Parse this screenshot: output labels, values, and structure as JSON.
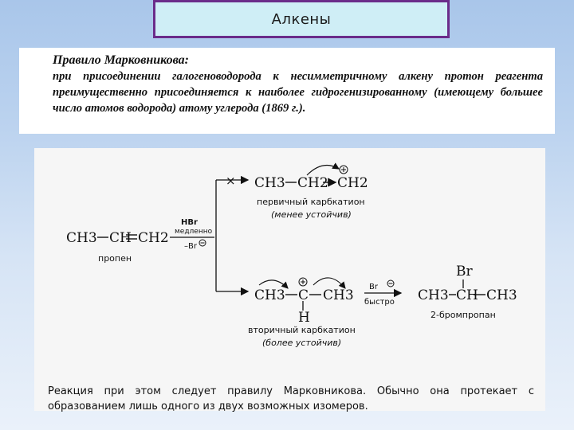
{
  "title": "Алкены",
  "rule": {
    "heading": "Правило Марковникова:",
    "text": "при присоединении галогеноводорода к несимметричному алкену протон реагента преимущественно присоединяется к наиболее гидрогенизированному (имеющему большее число атомов водорода) атому углерода (1869 г.)."
  },
  "scheme": {
    "reactant": {
      "formula_parts": [
        "CH3",
        "CH",
        "CH2"
      ],
      "name": "пропен"
    },
    "step1": {
      "reagent": "HBr",
      "condition": "медленно",
      "byproduct": "–Br"
    },
    "primary": {
      "formula_parts": [
        "CH3",
        "CH2",
        "CH2"
      ],
      "name": "первичный карбкатион",
      "note": "(менее устойчив)",
      "blocked": "×"
    },
    "secondary": {
      "formula_parts": [
        "CH3",
        "C",
        "CH3"
      ],
      "h_atom": "H",
      "name": "вторичный карбкатион",
      "note": "(более устойчив)"
    },
    "step2": {
      "reagent": "Br",
      "condition": "быстро"
    },
    "product": {
      "formula_parts": [
        "CH3",
        "CH",
        "CH3"
      ],
      "substituent": "Br",
      "name": "2-бромпропан"
    }
  },
  "conclusion": "Реакция при этом следует правилу Марковникова. Обычно она протекает с образованием лишь одного из двух возможных изомеров."
}
